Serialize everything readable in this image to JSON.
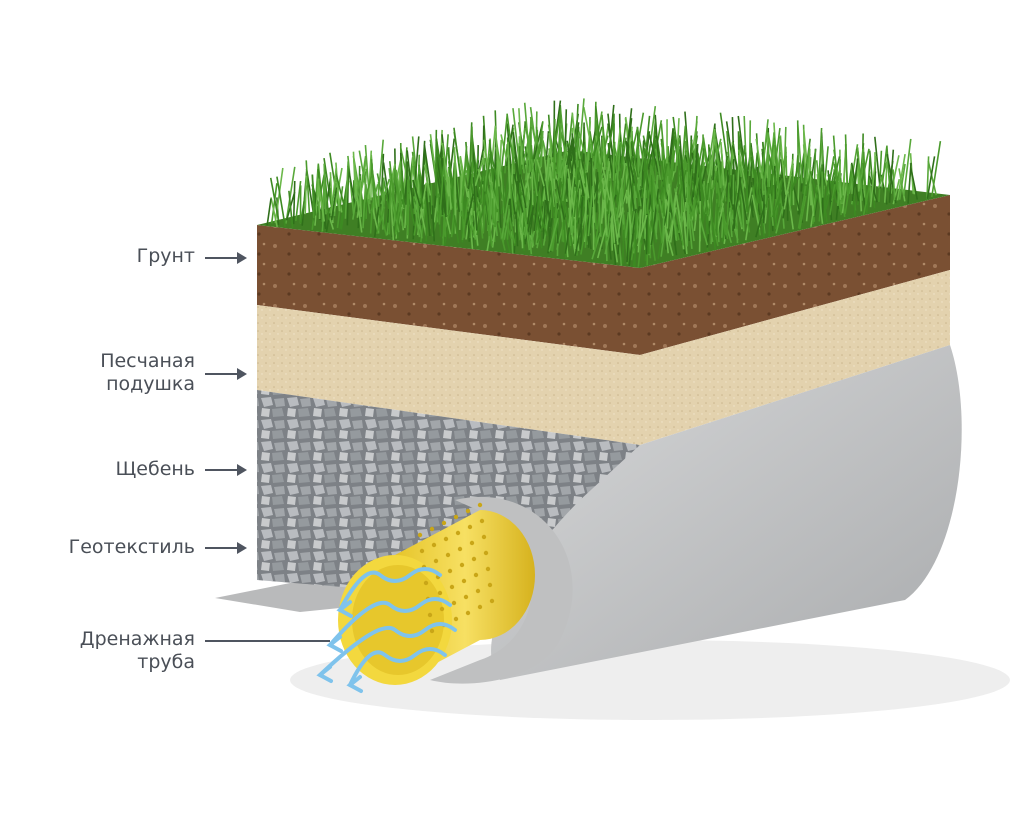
{
  "labels": {
    "soil": "Грунт",
    "sand_line1": "Песчаная",
    "sand_line2": "подушка",
    "gravel": "Щебень",
    "geotextile": "Геотекстиль",
    "pipe_line1": "Дренажная",
    "pipe_line2": "труба"
  },
  "colors": {
    "grass": "#4f9a2e",
    "soil": "#7a5033",
    "sand": "#e3d2ae",
    "gravel": "#9a9ea3",
    "geotextile": "#c9cacb",
    "pipe": "#f0d23a",
    "water": "#7fc3ec",
    "label": "#4a4f57"
  }
}
